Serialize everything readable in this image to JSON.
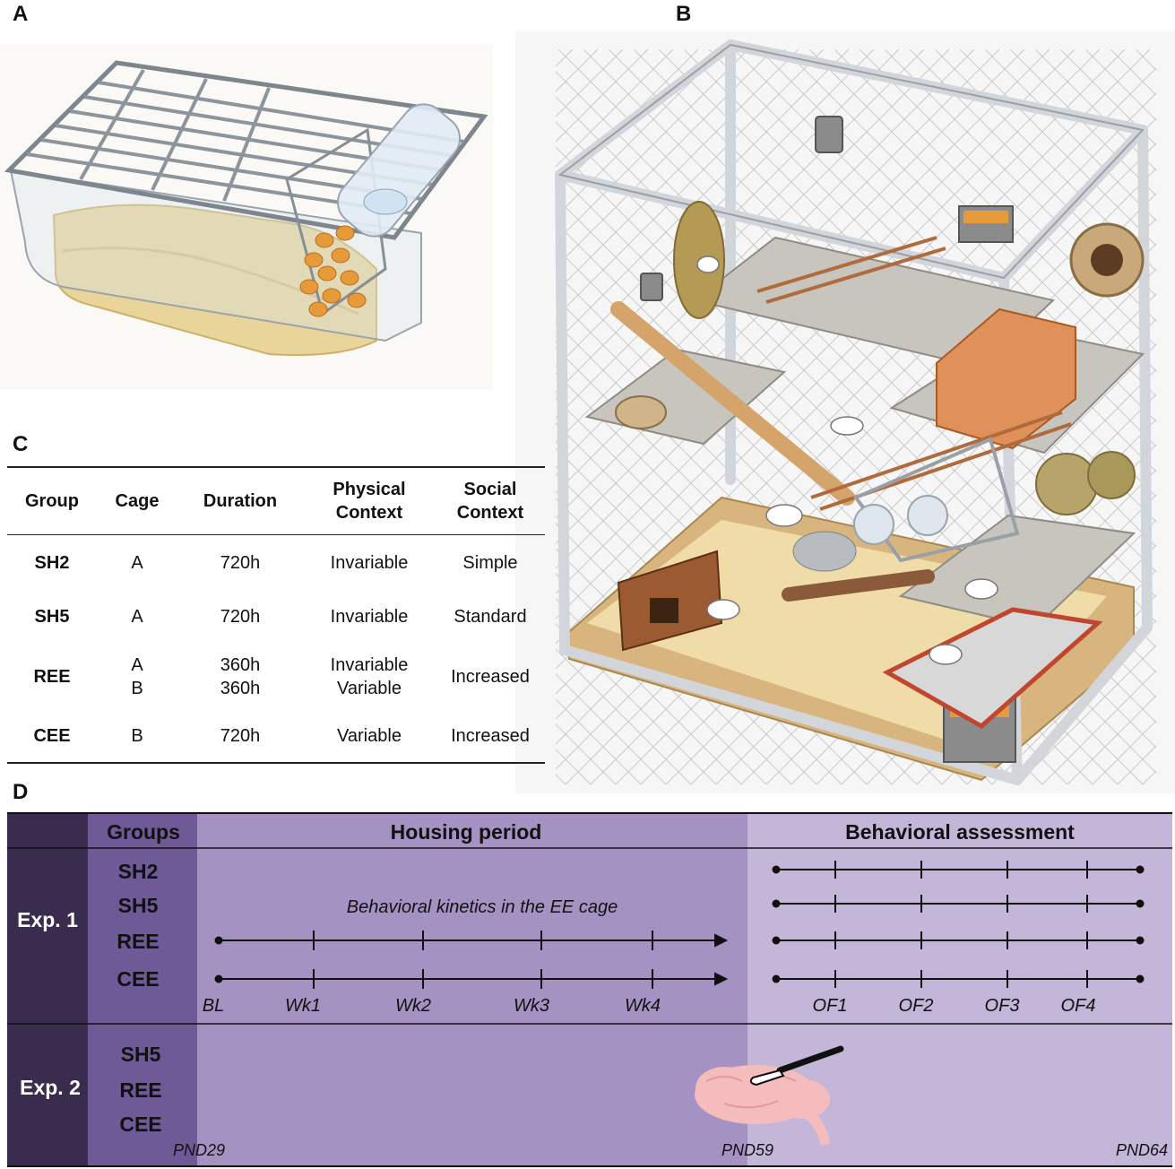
{
  "panel_letters": {
    "a": "A",
    "b": "B",
    "c": "C",
    "d": "D"
  },
  "table": {
    "headers": [
      {
        "line1": "Group",
        "line2": ""
      },
      {
        "line1": "Cage",
        "line2": ""
      },
      {
        "line1": "Duration",
        "line2": ""
      },
      {
        "line1": "Physical",
        "line2": "Context"
      },
      {
        "line1": "Social",
        "line2": "Context"
      }
    ],
    "rows": [
      {
        "group": "SH2",
        "cage": [
          "A"
        ],
        "duration": [
          "720h"
        ],
        "physical": [
          "Invariable"
        ],
        "social": "Simple"
      },
      {
        "group": "SH5",
        "cage": [
          "A"
        ],
        "duration": [
          "720h"
        ],
        "physical": [
          "Invariable"
        ],
        "social": "Standard"
      },
      {
        "group": "REE",
        "cage": [
          "A",
          "B"
        ],
        "duration": [
          "360h",
          "360h"
        ],
        "physical": [
          "Invariable",
          "Variable"
        ],
        "social": "Increased"
      },
      {
        "group": "CEE",
        "cage": [
          "B"
        ],
        "duration": [
          "720h"
        ],
        "physical": [
          "Variable"
        ],
        "social": "Increased"
      }
    ]
  },
  "timeline": {
    "header": {
      "groups": "Groups",
      "housing": "Housing period",
      "behavioral": "Behavioral assessment"
    },
    "exp1": {
      "label": "Exp. 1",
      "groups": [
        "SH2",
        "SH5",
        "REE",
        "CEE"
      ]
    },
    "exp2": {
      "label": "Exp. 2",
      "groups": [
        "SH5",
        "REE",
        "CEE"
      ]
    },
    "kinetics_label": "Behavioral kinetics in the EE cage",
    "housing_ticks": [
      "BL",
      "Wk1",
      "Wk2",
      "Wk3",
      "Wk4"
    ],
    "of_ticks": [
      "OF1",
      "OF2",
      "OF3",
      "OF4"
    ],
    "pnd": {
      "start": "PND29",
      "mid": "PND59",
      "end": "PND64"
    },
    "colors": {
      "dark": "#3a2c4e",
      "groups": "#6e5a96",
      "housing": "#a392c2",
      "behavior": "#c3b6d8",
      "brain": "#f4bcbc"
    },
    "icons": {
      "scalpel": "scalpel-icon",
      "brain": "brain-icon"
    }
  }
}
